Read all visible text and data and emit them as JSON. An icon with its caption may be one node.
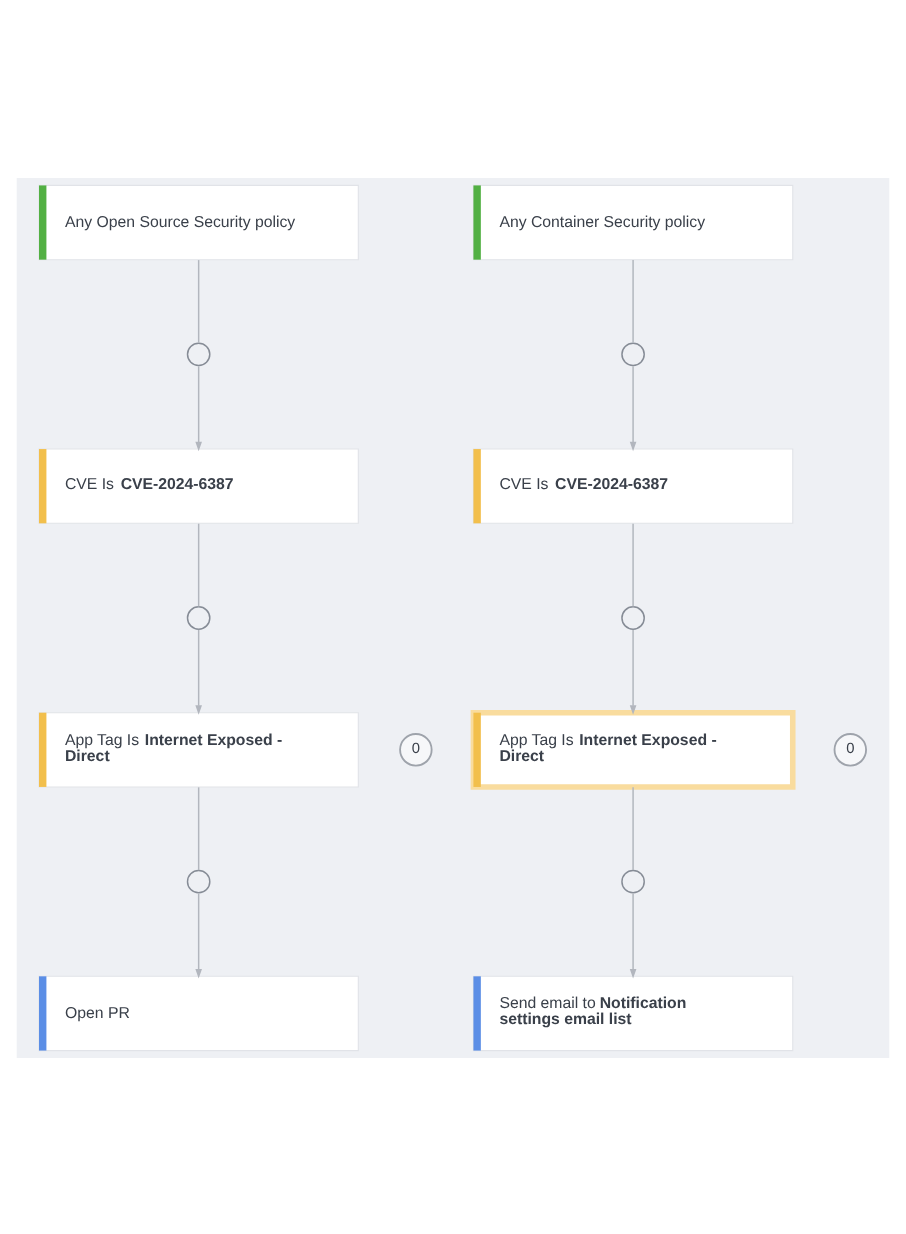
{
  "diagram": {
    "nodes": [
      {
        "text": [
          "Any Open Source Security policy"
        ]
      },
      {
        "text": [
          "Any Container Security policy"
        ]
      },
      {
        "text": [],
        "shape": "circle"
      },
      {
        "text": [],
        "shape": "circle"
      },
      {
        "text": [
          "CVE Is **CVE-2024-6387**"
        ]
      },
      {
        "text": [
          "CVE Is **CVE-2024-6387**"
        ]
      },
      {
        "text": [],
        "shape": "circle"
      },
      {
        "text": [],
        "shape": "circle"
      },
      {
        "text": [
          "App Tag Is **Internet Exposed - Direct**"
        ]
      },
      {
        "text": [
          "0"
        ]
      },
      {
        "text": [
          "App Tag Is **Internet Exposed - Direct**"
        ]
      },
      {
        "text": [
          "0"
        ]
      },
      {
        "text": [],
        "shape": "circle"
      },
      {
        "text": [],
        "shape": "circle"
      },
      {
        "text": [
          "Open PR"
        ]
      },
      {
        "text": [
          "Send email to **Notification settings email list**"
        ]
      }
    ],
    "edges": [
      {
        "from": 0,
        "to": 2,
        "arrow": "none"
      },
      {
        "from": 2,
        "to": 4,
        "arrow": "to"
      },
      {
        "from": 4,
        "to": 6,
        "arrow": "none"
      },
      {
        "from": 6,
        "to": 8,
        "arrow": "to"
      },
      {
        "from": 8,
        "to": 12,
        "arrow": "none"
      },
      {
        "from": 12,
        "to": 14,
        "arrow": "to"
      },
      {
        "from": 1,
        "to": 3,
        "arrow": "none"
      },
      {
        "from": 3,
        "to": 5,
        "arrow": "to"
      },
      {
        "from": 5,
        "to": 7,
        "arrow": "none"
      },
      {
        "from": 7,
        "to": 10,
        "arrow": "to"
      },
      {
        "from": 10,
        "to": 13,
        "arrow": "none"
      },
      {
        "from": 13,
        "to": 15,
        "arrow": "to"
      }
    ]
  }
}
